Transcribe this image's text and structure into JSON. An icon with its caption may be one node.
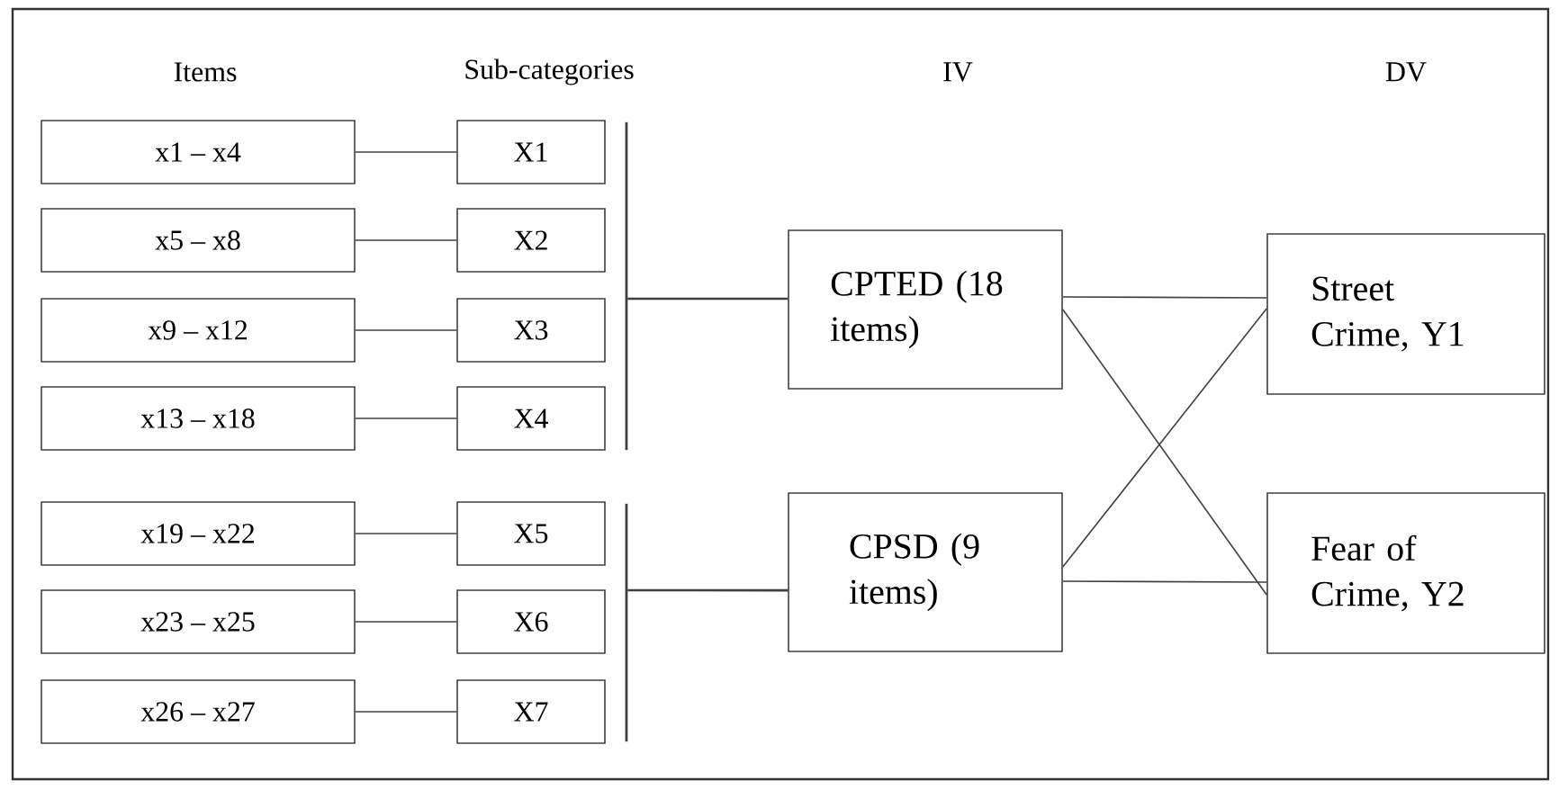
{
  "diagram": {
    "nodes": [
      {
        "text": [
          "x1 – x4"
        ]
      },
      {
        "text": [
          "x5 – x8"
        ]
      },
      {
        "text": [
          "x9 – x12"
        ]
      },
      {
        "text": [
          "x13 – x18"
        ]
      },
      {
        "text": [
          "x19 – x22"
        ]
      },
      {
        "text": [
          "x23 – x25"
        ]
      },
      {
        "text": [
          "x26 – x27"
        ]
      },
      {
        "text": [
          "X1"
        ]
      },
      {
        "text": [
          "X2"
        ]
      },
      {
        "text": [
          "X3"
        ]
      },
      {
        "text": [
          "X4"
        ]
      },
      {
        "text": [
          "X5"
        ]
      },
      {
        "text": [
          "X6"
        ]
      },
      {
        "text": [
          "X7"
        ]
      },
      {
        "text": [],
        "shape": "bar"
      },
      {
        "text": [],
        "shape": "bar"
      },
      {
        "text": [
          "CPTED (18 items)"
        ]
      },
      {
        "text": [
          "CPSD (9 items)"
        ]
      },
      {
        "text": [
          "Street Crime, Y1"
        ]
      },
      {
        "text": [
          "Fear of Crime, Y2"
        ]
      }
    ],
    "edges": [
      {
        "from": 0,
        "to": 7,
        "arrow": "none"
      },
      {
        "from": 1,
        "to": 8,
        "arrow": "none"
      },
      {
        "from": 2,
        "to": 9,
        "arrow": "none"
      },
      {
        "from": 3,
        "to": 10,
        "arrow": "none"
      },
      {
        "from": 4,
        "to": 11,
        "arrow": "none"
      },
      {
        "from": 5,
        "to": 12,
        "arrow": "none"
      },
      {
        "from": 6,
        "to": 13,
        "arrow": "none"
      },
      {
        "from": 14,
        "to": 16,
        "arrow": "none"
      },
      {
        "from": 15,
        "to": 17,
        "arrow": "none"
      },
      {
        "from": 16,
        "to": 18,
        "arrow": "none"
      },
      {
        "from": 16,
        "to": 19,
        "arrow": "none"
      },
      {
        "from": 17,
        "to": 18,
        "arrow": "none"
      },
      {
        "from": 17,
        "to": 19,
        "arrow": "none"
      }
    ],
    "labels": [
      "Items",
      "Sub-categories",
      "IV",
      "DV"
    ]
  }
}
